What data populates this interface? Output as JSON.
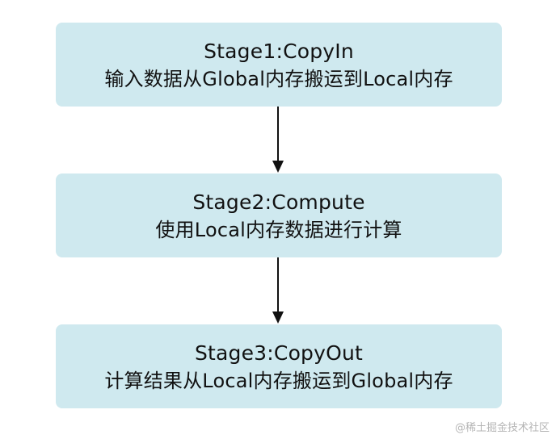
{
  "stages": [
    {
      "title": "Stage1:CopyIn",
      "description": "输入数据从Global内存搬运到Local内存"
    },
    {
      "title": "Stage2:Compute",
      "description": "使用Local内存数据进行计算"
    },
    {
      "title": "Stage3:CopyOut",
      "description": "计算结果从Local内存搬运到Global内存"
    }
  ],
  "colors": {
    "box_fill": "#cfe9ef",
    "arrow": "#111111",
    "text": "#111111"
  },
  "watermark": "@稀土掘金技术社区"
}
